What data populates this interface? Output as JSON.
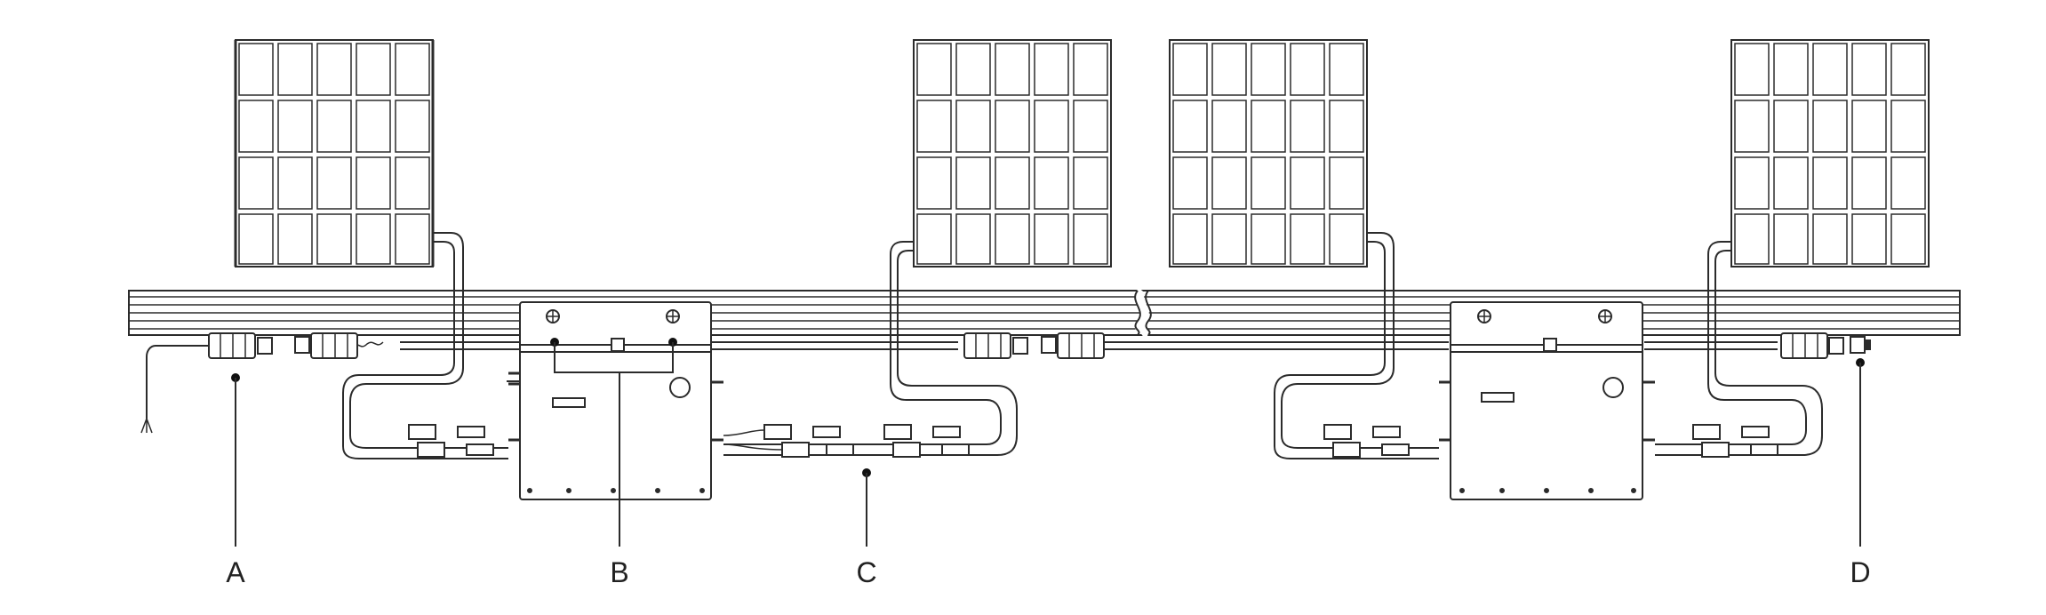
{
  "callouts": [
    {
      "id": "A",
      "text": "A"
    },
    {
      "id": "B",
      "text": "B"
    },
    {
      "id": "C",
      "text": "C"
    },
    {
      "id": "D",
      "text": "D"
    }
  ]
}
